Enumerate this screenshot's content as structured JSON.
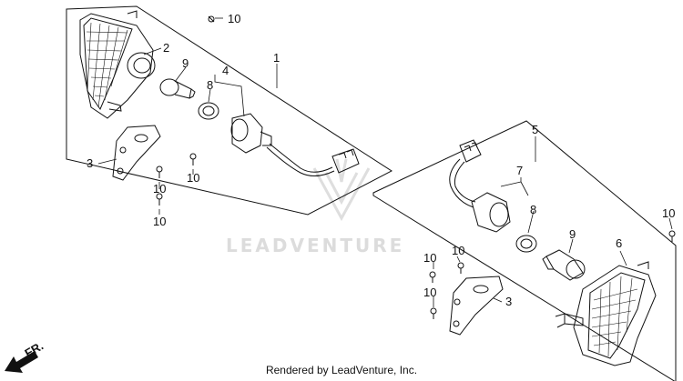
{
  "callouts": {
    "c1": "1",
    "c2": "2",
    "c3_left": "3",
    "c4": "4",
    "c5": "5",
    "c6": "6",
    "c7": "7",
    "c8_left": "8",
    "c8_right": "8",
    "c9_left": "9",
    "c9_right": "9",
    "c10_top": "10",
    "c10_l1": "10",
    "c10_l2": "10",
    "c10_l3": "10",
    "c10_r1": "10",
    "c10_r2": "10",
    "c10_r3": "10",
    "c3_right": "3"
  },
  "direction_label": "FR.",
  "watermark": "LEADVENTURE",
  "footer": "Rendered by LeadVenture, Inc."
}
